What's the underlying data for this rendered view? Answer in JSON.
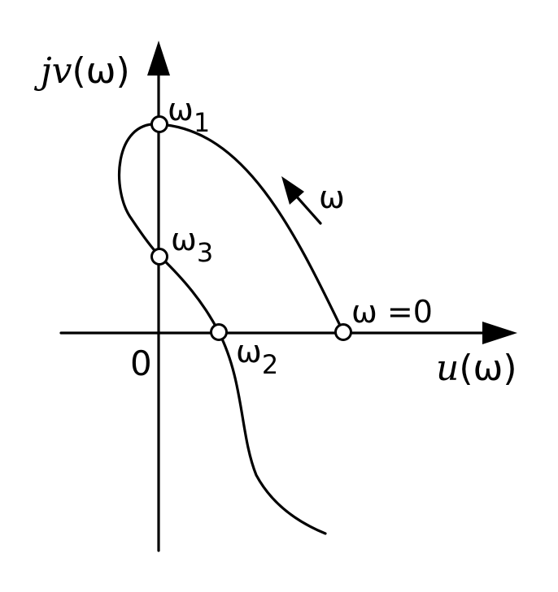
{
  "axes": {
    "y_prefix": "jv",
    "y_open": "(",
    "y_arg": "ω",
    "y_close": ")",
    "x_prefix": "u",
    "x_open": "(",
    "x_arg": "ω",
    "x_close": ")"
  },
  "origin_label": "0",
  "direction_label": "ω",
  "points": {
    "w1": {
      "base": "ω",
      "sub": "1"
    },
    "w2": {
      "base": "ω",
      "sub": "2"
    },
    "w3": {
      "base": "ω",
      "sub": "3"
    },
    "w0": "ω =0"
  }
}
